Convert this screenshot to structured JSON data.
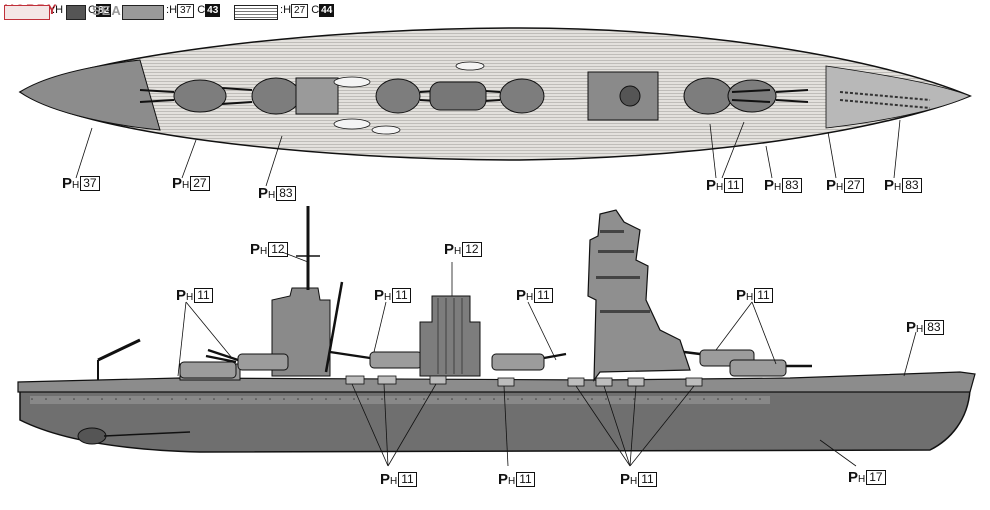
{
  "header": {
    "watermark_left": "HOBBY",
    "watermark_right": "SEARCH",
    "legend": [
      {
        "swatch": "red-outline",
        "code": "H",
        "num": "",
        "color_code": "",
        "color_code_label": ""
      },
      {
        "swatch": "dark-gray",
        "code": "",
        "num": "",
        "color_code": "C",
        "color_code_label": "82"
      },
      {
        "swatch": "medium-gray",
        "code": "H",
        "num": "37",
        "color_code": "C",
        "color_code_label": "43"
      },
      {
        "swatch": "wood-deck",
        "code": "H",
        "num": "27",
        "color_code": "C",
        "color_code_label": "44"
      }
    ]
  },
  "diagram": {
    "callout_prefix": "P",
    "callout_sub": "H",
    "colors": {
      "hull_gray": "#8a8a8a",
      "deck_wood": "#d8d6d2",
      "hull_dark": "#6f6f6f",
      "bow_gray": "#7a7a7a",
      "line": "#111111"
    },
    "top_view": {
      "callouts": [
        {
          "id": "bow-deck",
          "num": "37"
        },
        {
          "id": "fore-deck",
          "num": "27"
        },
        {
          "id": "turret-1",
          "num": "83"
        },
        {
          "id": "aft-turrets",
          "num": "11"
        },
        {
          "id": "aft-deck-gray",
          "num": "83"
        },
        {
          "id": "quarter-deck",
          "num": "27"
        },
        {
          "id": "stern",
          "num": "83"
        }
      ]
    },
    "side_view": {
      "callouts": [
        {
          "id": "foremast",
          "num": "12"
        },
        {
          "id": "mainmast",
          "num": "12"
        },
        {
          "id": "fwd-turret",
          "num": "11"
        },
        {
          "id": "mid-turret-1",
          "num": "11"
        },
        {
          "id": "mid-turret-2",
          "num": "11"
        },
        {
          "id": "aft-turrets",
          "num": "11"
        },
        {
          "id": "stern-deck",
          "num": "83"
        },
        {
          "id": "casemates-fwd",
          "num": "11"
        },
        {
          "id": "casemates-mid",
          "num": "11"
        },
        {
          "id": "casemates-aft",
          "num": "11"
        },
        {
          "id": "hull-bottom",
          "num": "17"
        }
      ]
    }
  }
}
